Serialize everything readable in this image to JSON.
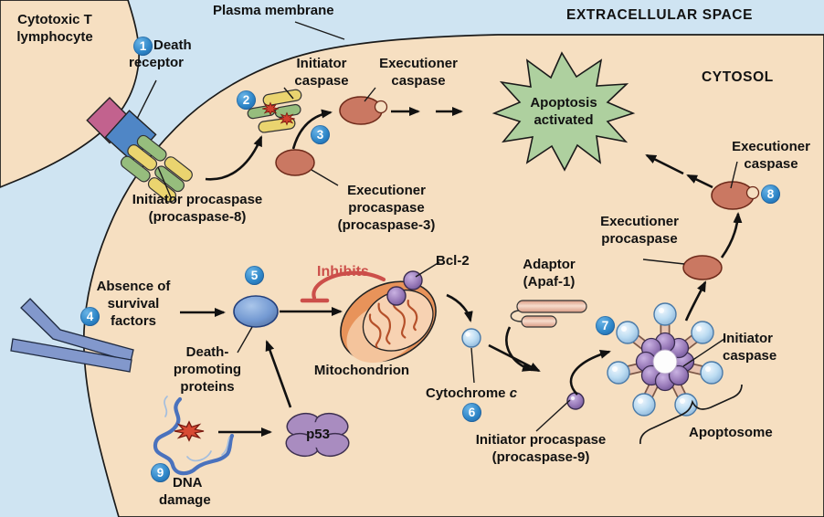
{
  "regions": {
    "extracellular_space": "EXTRACELLULAR SPACE",
    "cytosol": "CYTOSOL",
    "plasma_membrane": "Plasma membrane",
    "cytotoxic_t_lymphocyte": "Cytotoxic T\nlymphocyte"
  },
  "badges": {
    "b1": "1",
    "b2": "2",
    "b3": "3",
    "b4": "4",
    "b5": "5",
    "b6": "6",
    "b7": "7",
    "b8": "8",
    "b9": "9"
  },
  "labels": {
    "death_receptor": "Death\nreceptor",
    "initiator_procaspase_8": "Initiator procaspase\n(procaspase-8)",
    "initiator_caspase_top": "Initiator\ncaspase",
    "executioner_caspase_top": "Executioner\ncaspase",
    "executioner_procaspase_3": "Executioner\nprocaspase\n(procaspase-3)",
    "apoptosis_activated": "Apoptosis\nactivated",
    "executioner_caspase_right": "Executioner\ncaspase",
    "executioner_procaspase_right": "Executioner\nprocaspase",
    "absence_survival_factors": "Absence of\nsurvival\nfactors",
    "death_promoting_proteins": "Death-\npromoting\nproteins",
    "inhibits": "Inhibits",
    "bcl_2": "Bcl-2",
    "mitochondrion": "Mitochondrion",
    "adaptor_apaf_1": "Adaptor\n(Apaf-1)",
    "cytochrome_word": "Cytochrome ",
    "cytochrome_italic": "c",
    "initiator_procaspase_9": "Initiator procaspase\n(procaspase-9)",
    "initiator_caspase_right": "Initiator\ncaspase",
    "apoptosome": "Apoptosome",
    "p53": "p53",
    "dna_damage": "DNA\ndamage"
  },
  "colors": {
    "extracellular_blue": "#cfe4f2",
    "cell_peach": "#f6dfc1",
    "badge_blue": "#2e86c8",
    "starburst_green": "#aed09f",
    "inhibit_red": "#cc4f4a",
    "caspase_salmon": "#ca7862",
    "protein_purple": "#9a7cba",
    "sphere_blue": "#bcdcf2",
    "cylinder_green": "#96bd7d",
    "cylinder_yellow": "#ead46f",
    "receptor_blue": "#4f86c6",
    "ligand_pink": "#c2628e",
    "dna_blue": "#4a72bd"
  }
}
